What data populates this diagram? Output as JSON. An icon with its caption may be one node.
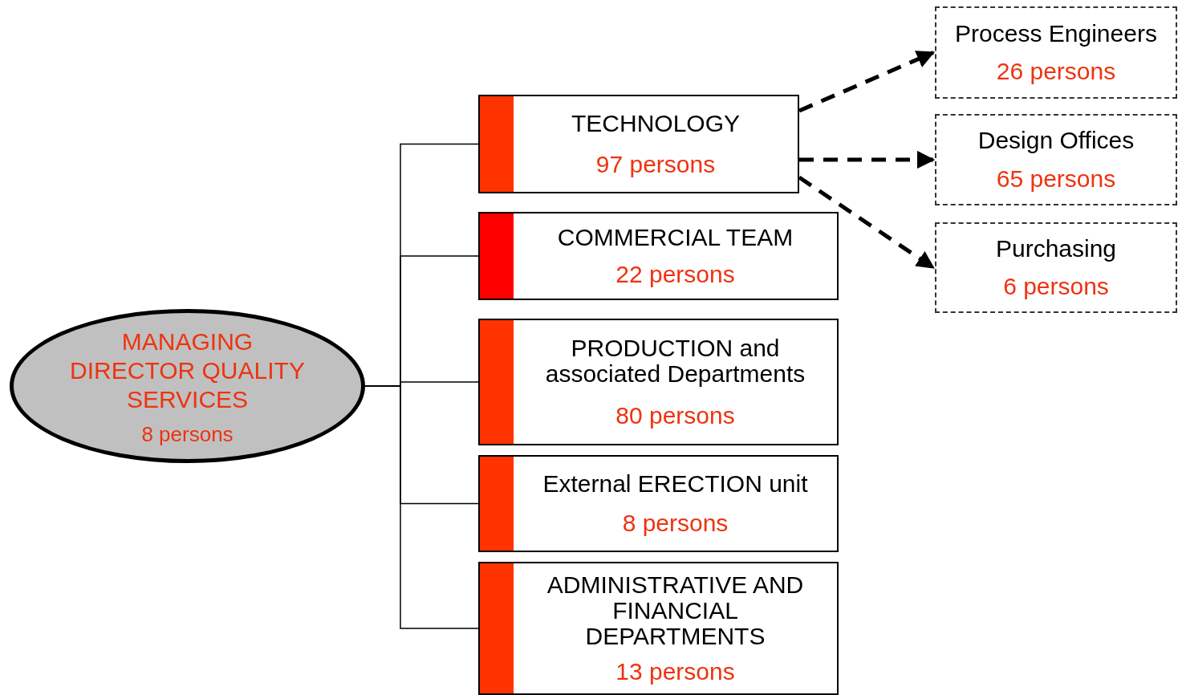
{
  "diagram": {
    "nodes": [
      {
        "text": [
          "MANAGING DIRECTOR QUALITY SERVICES",
          "8 persons"
        ]
      },
      {
        "text": [
          "TECHNOLOGY",
          "97 persons"
        ]
      },
      {
        "text": [
          "COMMERCIAL TEAM",
          "22 persons"
        ]
      },
      {
        "text": [
          "PRODUCTION and associated Departments",
          "80 persons"
        ]
      },
      {
        "text": [
          "External ERECTION unit",
          "8 persons"
        ]
      },
      {
        "text": [
          "ADMINISTRATIVE AND FINANCIAL DEPARTMENTS",
          "13 persons"
        ]
      },
      {
        "text": [
          "Process Engineers",
          "26 persons"
        ]
      },
      {
        "text": [
          "Design Offices",
          "65 persons"
        ]
      },
      {
        "text": [
          "Purchasing",
          "6 persons"
        ]
      }
    ],
    "edges": [
      {
        "from": 0,
        "to": 1,
        "arrow": "none"
      },
      {
        "from": 0,
        "to": 2,
        "arrow": "none"
      },
      {
        "from": 0,
        "to": 3,
        "arrow": "none"
      },
      {
        "from": 0,
        "to": 4,
        "arrow": "none"
      },
      {
        "from": 0,
        "to": 5,
        "arrow": "none"
      },
      {
        "from": 1,
        "to": 6,
        "arrow": "to",
        "style": "dashed"
      },
      {
        "from": 1,
        "to": 7,
        "arrow": "to",
        "style": "dashed"
      },
      {
        "from": 1,
        "to": 8,
        "arrow": "to",
        "style": "dashed"
      }
    ]
  }
}
